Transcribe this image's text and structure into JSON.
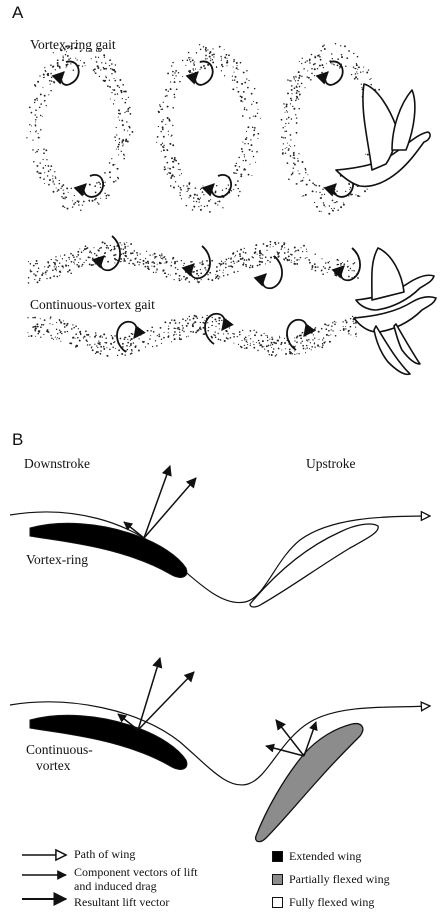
{
  "panel_a": {
    "label": "A",
    "vortex_ring_label": "Vortex-ring gait",
    "continuous_label": "Continuous-vortex gait"
  },
  "panel_b": {
    "label": "B",
    "downstroke": "Downstroke",
    "upstroke": "Upstroke",
    "vortex_ring": "Vortex-ring",
    "continuous_line1": "Continuous-",
    "continuous_line2": "vortex"
  },
  "legend": {
    "path_of_wing": "Path of wing",
    "component_line1": "Component vectors of lift",
    "component_line2": "and induced drag",
    "resultant": "Resultant lift vector",
    "extended": "Extended wing",
    "partially_flexed": "Partially flexed wing",
    "fully_flexed": "Fully flexed wing"
  },
  "colors": {
    "ink": "#111111",
    "extended_wing": "#000000",
    "partially_flexed_wing": "#8c8c8c",
    "fully_flexed_wing": "#ffffff"
  }
}
